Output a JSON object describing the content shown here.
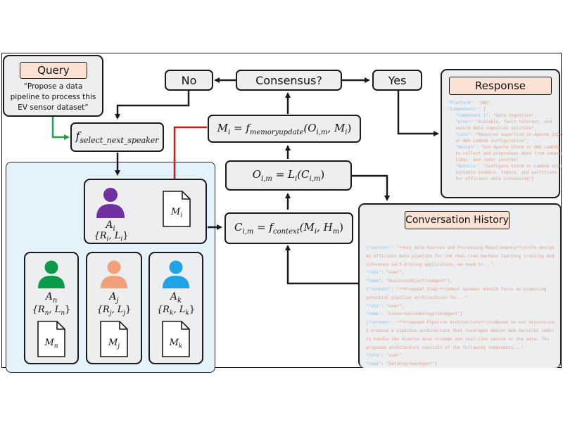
{
  "query": {
    "pill": "Query",
    "lines": [
      "“Propose a data",
      "pipeline to process this",
      "EV sensor dataset”"
    ]
  },
  "decision": {
    "no": "No",
    "consensus": "Consensus?",
    "yes": "Yes"
  },
  "response": {
    "pill": "Response",
    "lines": [
      {
        "k": "\"Platform\"",
        "v": ": \"AWS\","
      },
      {
        "k": "\"Components\"",
        "v": ": {"
      },
      {
        "k": "   \"Component 1\"",
        "v": ": \"Data Ingestion\","
      },
      {
        "k": "   \"pros\"",
        "v": ": \"Scalable, fault-tolerant, and"
      },
      {
        "k": "",
        "v": "   secure data ingestion solution\","
      },
      {
        "k": "   \"cons\"",
        "v": ": \"Requires expertise in Apache Storm"
      },
      {
        "k": "",
        "v": "   or AWS Lambda configuration\","
      },
      {
        "k": "   \"design\"",
        "v": ": \"Use Apache Storm or AWS Lambda"
      },
      {
        "k": "",
        "v": "   to collect and preprocess data from camera,"
      },
      {
        "k": "",
        "v": "   lidar, and radar sources\","
      },
      {
        "k": "   \"details\"",
        "v": ": \"Configure Storm or Lambda with"
      },
      {
        "k": "",
        "v": "   suitable brokers, topics, and partitions"
      },
      {
        "k": "",
        "v": "   for efficient data processing\"},"
      }
    ]
  },
  "history": {
    "pill": "Conversation History",
    "lines": [
      {
        "k": "{\"content\"",
        "v": ": \"**Key Data Sources and Processing Requirements**\\n\\nTo design"
      },
      {
        "k": "",
        "v": "an efficient data pipeline for the real-time machine learning training and"
      },
      {
        "k": "",
        "v": "inference self-driving application, we need to...\","
      },
      {
        "k": "\"role\"",
        "v": ": \"user\","
      },
      {
        "k": "\"name\"",
        "v": ": \"BusinessObjectiveAgent\"},"
      },
      {
        "k": "{\"content\"",
        "v": ": \"**Proposal Step:**\\nNext speaker should focus on proposing"
      },
      {
        "k": "",
        "v": "potential pipeline architectures for...\""
      },
      {
        "k": "\"role\"",
        "v": ": \"user\","
      },
      {
        "k": "\"name\"",
        "v": ": \"ConversationDelegationAgent\"},"
      },
      {
        "k": "{\"content\"",
        "v": ": \"**Proposed Pipeline Architecture**\\n\\nBased on our discussion,"
      },
      {
        "k": "",
        "v": "I propose a pipeline architecture that leverages Amazon Web Services (AWS)"
      },
      {
        "k": "",
        "v": "to handle the diverse data streams and real-time nature of the data. The"
      },
      {
        "k": "",
        "v": "proposed architecture consists of the following components...\","
      },
      {
        "k": "\"role\"",
        "v": ": \"user\","
      },
      {
        "k": "\"name\"",
        "v": ": \"DataEngineerAgent\"}"
      }
    ]
  },
  "formulas": {
    "select": "f",
    "select_sub": "select_next_speaker",
    "memory_lhs": "M",
    "memory_lhs_sub": "i",
    "memory_f": "f",
    "memory_f_sub": "memoryupdate",
    "memory_args": "(O",
    "memory_args_sub": "i,m",
    "memory_args_tail": ", M",
    "memory_args_tail_sub": "i",
    "output_lhs": "O",
    "output_lhs_sub": "i,m",
    "output_rhs": "L",
    "output_rhs_sub": "i",
    "output_arg": "(C",
    "output_arg_sub": "i,m",
    "context_lhs": "C",
    "context_lhs_sub": "i,m",
    "context_f": "f",
    "context_f_sub": "context",
    "context_args": "(M",
    "context_args_sub": "i",
    "context_args_tail": ", H",
    "context_args_tail_sub": "m"
  },
  "agents": {
    "main": {
      "name": "A",
      "sub": "i",
      "rl": "{R",
      "rl_sub": "i",
      "l": ", L",
      "l_sub": "i",
      "mem": "M",
      "mem_sub": "i",
      "color": "#7030a0"
    },
    "n": {
      "name": "A",
      "sub": "n",
      "rl": "{R",
      "rl_sub": "n",
      "l": ", L",
      "l_sub": "n",
      "mem": "M",
      "mem_sub": "n",
      "color": "#0a9b4a"
    },
    "j": {
      "name": "A",
      "sub": "j",
      "rl": "{R",
      "rl_sub": "j",
      "l": ", L",
      "l_sub": "j",
      "mem": "M",
      "mem_sub": "j",
      "color": "#f0a17c"
    },
    "k": {
      "name": "A",
      "sub": "k",
      "rl": "{R",
      "rl_sub": "k",
      "l": ", L",
      "l_sub": "k",
      "mem": "M",
      "mem_sub": "k",
      "color": "#1ea3e6"
    }
  },
  "colors": {
    "border": "#1a1a1a",
    "box_fill": "#eceef0",
    "pill_fill": "#fbe2d5",
    "green_arrow": "#1ea34a",
    "red_arrow": "#d21a1a",
    "panel_fill": "#e3f2fb"
  }
}
